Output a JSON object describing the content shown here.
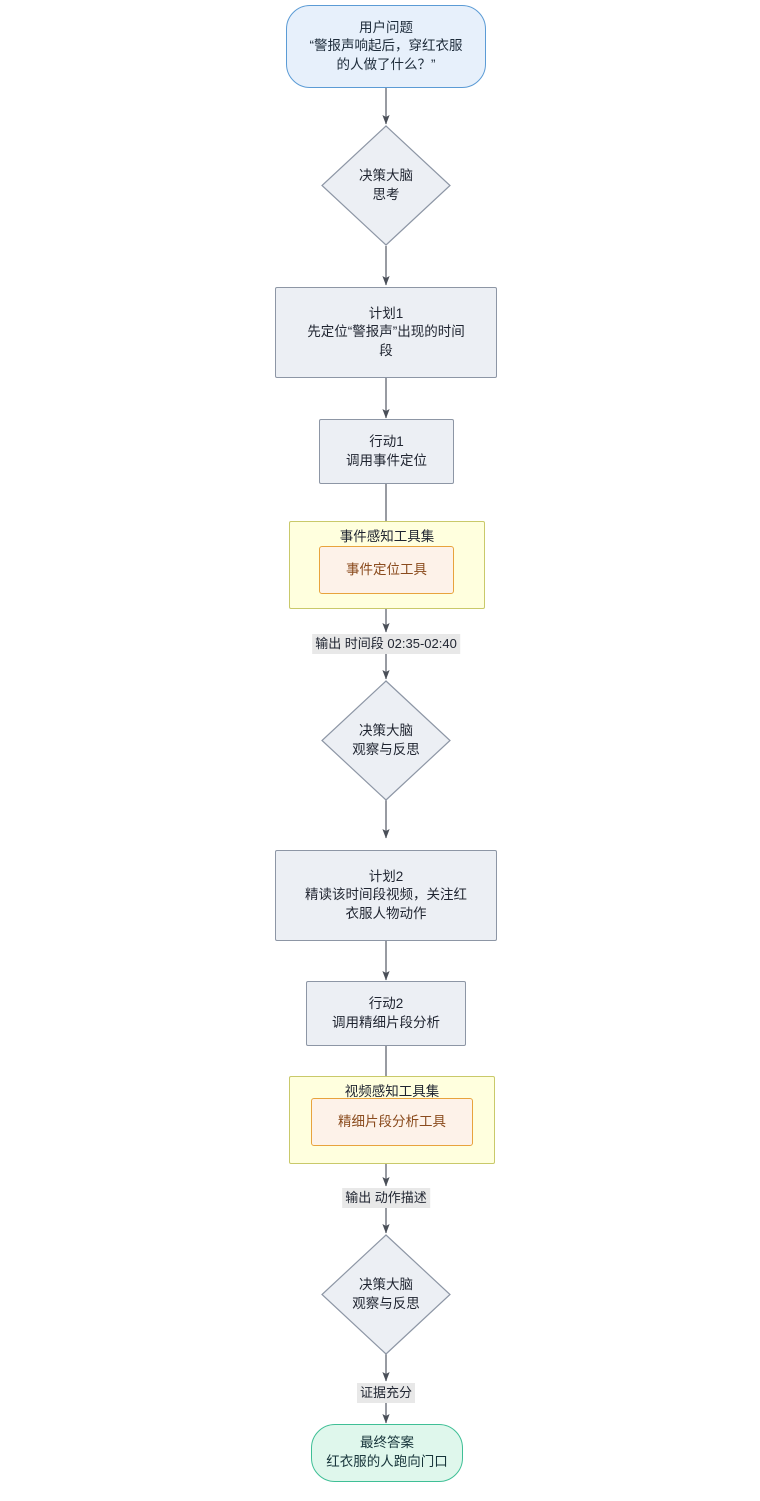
{
  "diagram": {
    "title": "Agent reasoning flowchart",
    "colors": {
      "start_fill": "#e7f0fb",
      "start_stroke": "#5b9bd5",
      "process_fill": "#eceff4",
      "process_stroke": "#8d96a5",
      "subgraph_fill": "#ffffde",
      "subgraph_stroke": "#c9c96a",
      "tool_fill": "#fdf2e9",
      "tool_stroke": "#e8a33d",
      "tool_text": "#8a4b1d",
      "end_fill": "#dff7ec",
      "end_stroke": "#3fbf96",
      "edge_stroke": "#5a5f6a",
      "edge_label_bg": "#e8e8e8"
    },
    "nodes": {
      "user_question": {
        "line1": "用户问题",
        "line2": "“警报声响起后，穿红衣服",
        "line3": "的人做了什么？”"
      },
      "brain_think": {
        "line1": "决策大脑",
        "line2": "思考"
      },
      "plan1": {
        "line1": "计划1",
        "line2": "先定位“警报声”出现的时间",
        "line3": "段"
      },
      "action1": {
        "line1": "行动1",
        "line2": "调用事件定位"
      },
      "toolset_event": {
        "title": "事件感知工具集",
        "tool": "事件定位工具"
      },
      "brain_reflect1": {
        "line1": "决策大脑",
        "line2": "观察与反思"
      },
      "plan2": {
        "line1": "计划2",
        "line2": "精读该时间段视频，关注红",
        "line3": "衣服人物动作"
      },
      "action2": {
        "line1": "行动2",
        "line2": "调用精细片段分析"
      },
      "toolset_video": {
        "title": "视频感知工具集",
        "tool": "精细片段分析工具"
      },
      "brain_reflect2": {
        "line1": "决策大脑",
        "line2": "观察与反思"
      },
      "final_answer": {
        "line1": "最终答案",
        "line2": "红衣服的人跑向门口"
      }
    },
    "edge_labels": {
      "output_timerange": "输出 时间段 02:35-02:40",
      "output_action_desc": "输出 动作描述",
      "evidence_sufficient": "证据充分"
    }
  }
}
